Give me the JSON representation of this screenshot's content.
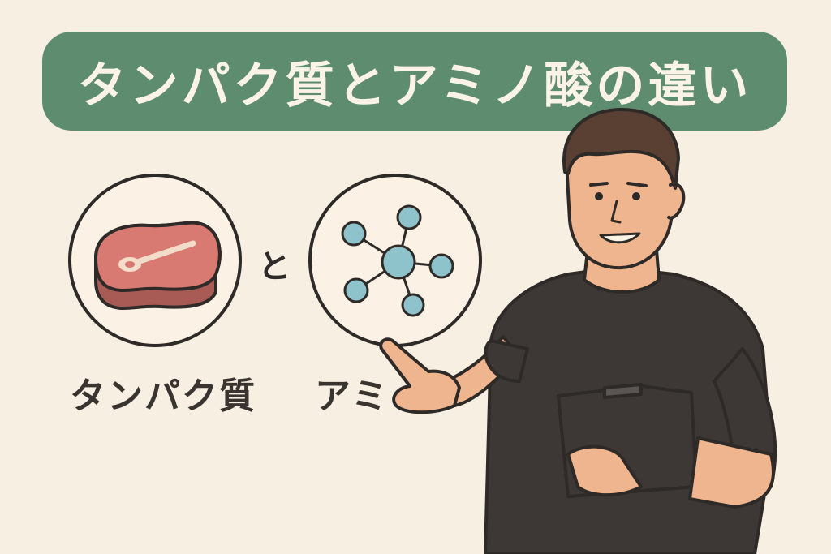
{
  "title": "タンパク質とアミノ酸の違い",
  "connector": "と",
  "labels": {
    "protein": "タンパク質",
    "amino": "アミ"
  },
  "colors": {
    "background": "#f8efe3",
    "banner": "#5e8c6e",
    "meat": "#d97a72",
    "molecule": "#8fc3cb",
    "shirt": "#3d3836",
    "skin": "#efb58f"
  },
  "icons": {
    "protein": "steak-icon",
    "amino": "molecule-icon"
  }
}
